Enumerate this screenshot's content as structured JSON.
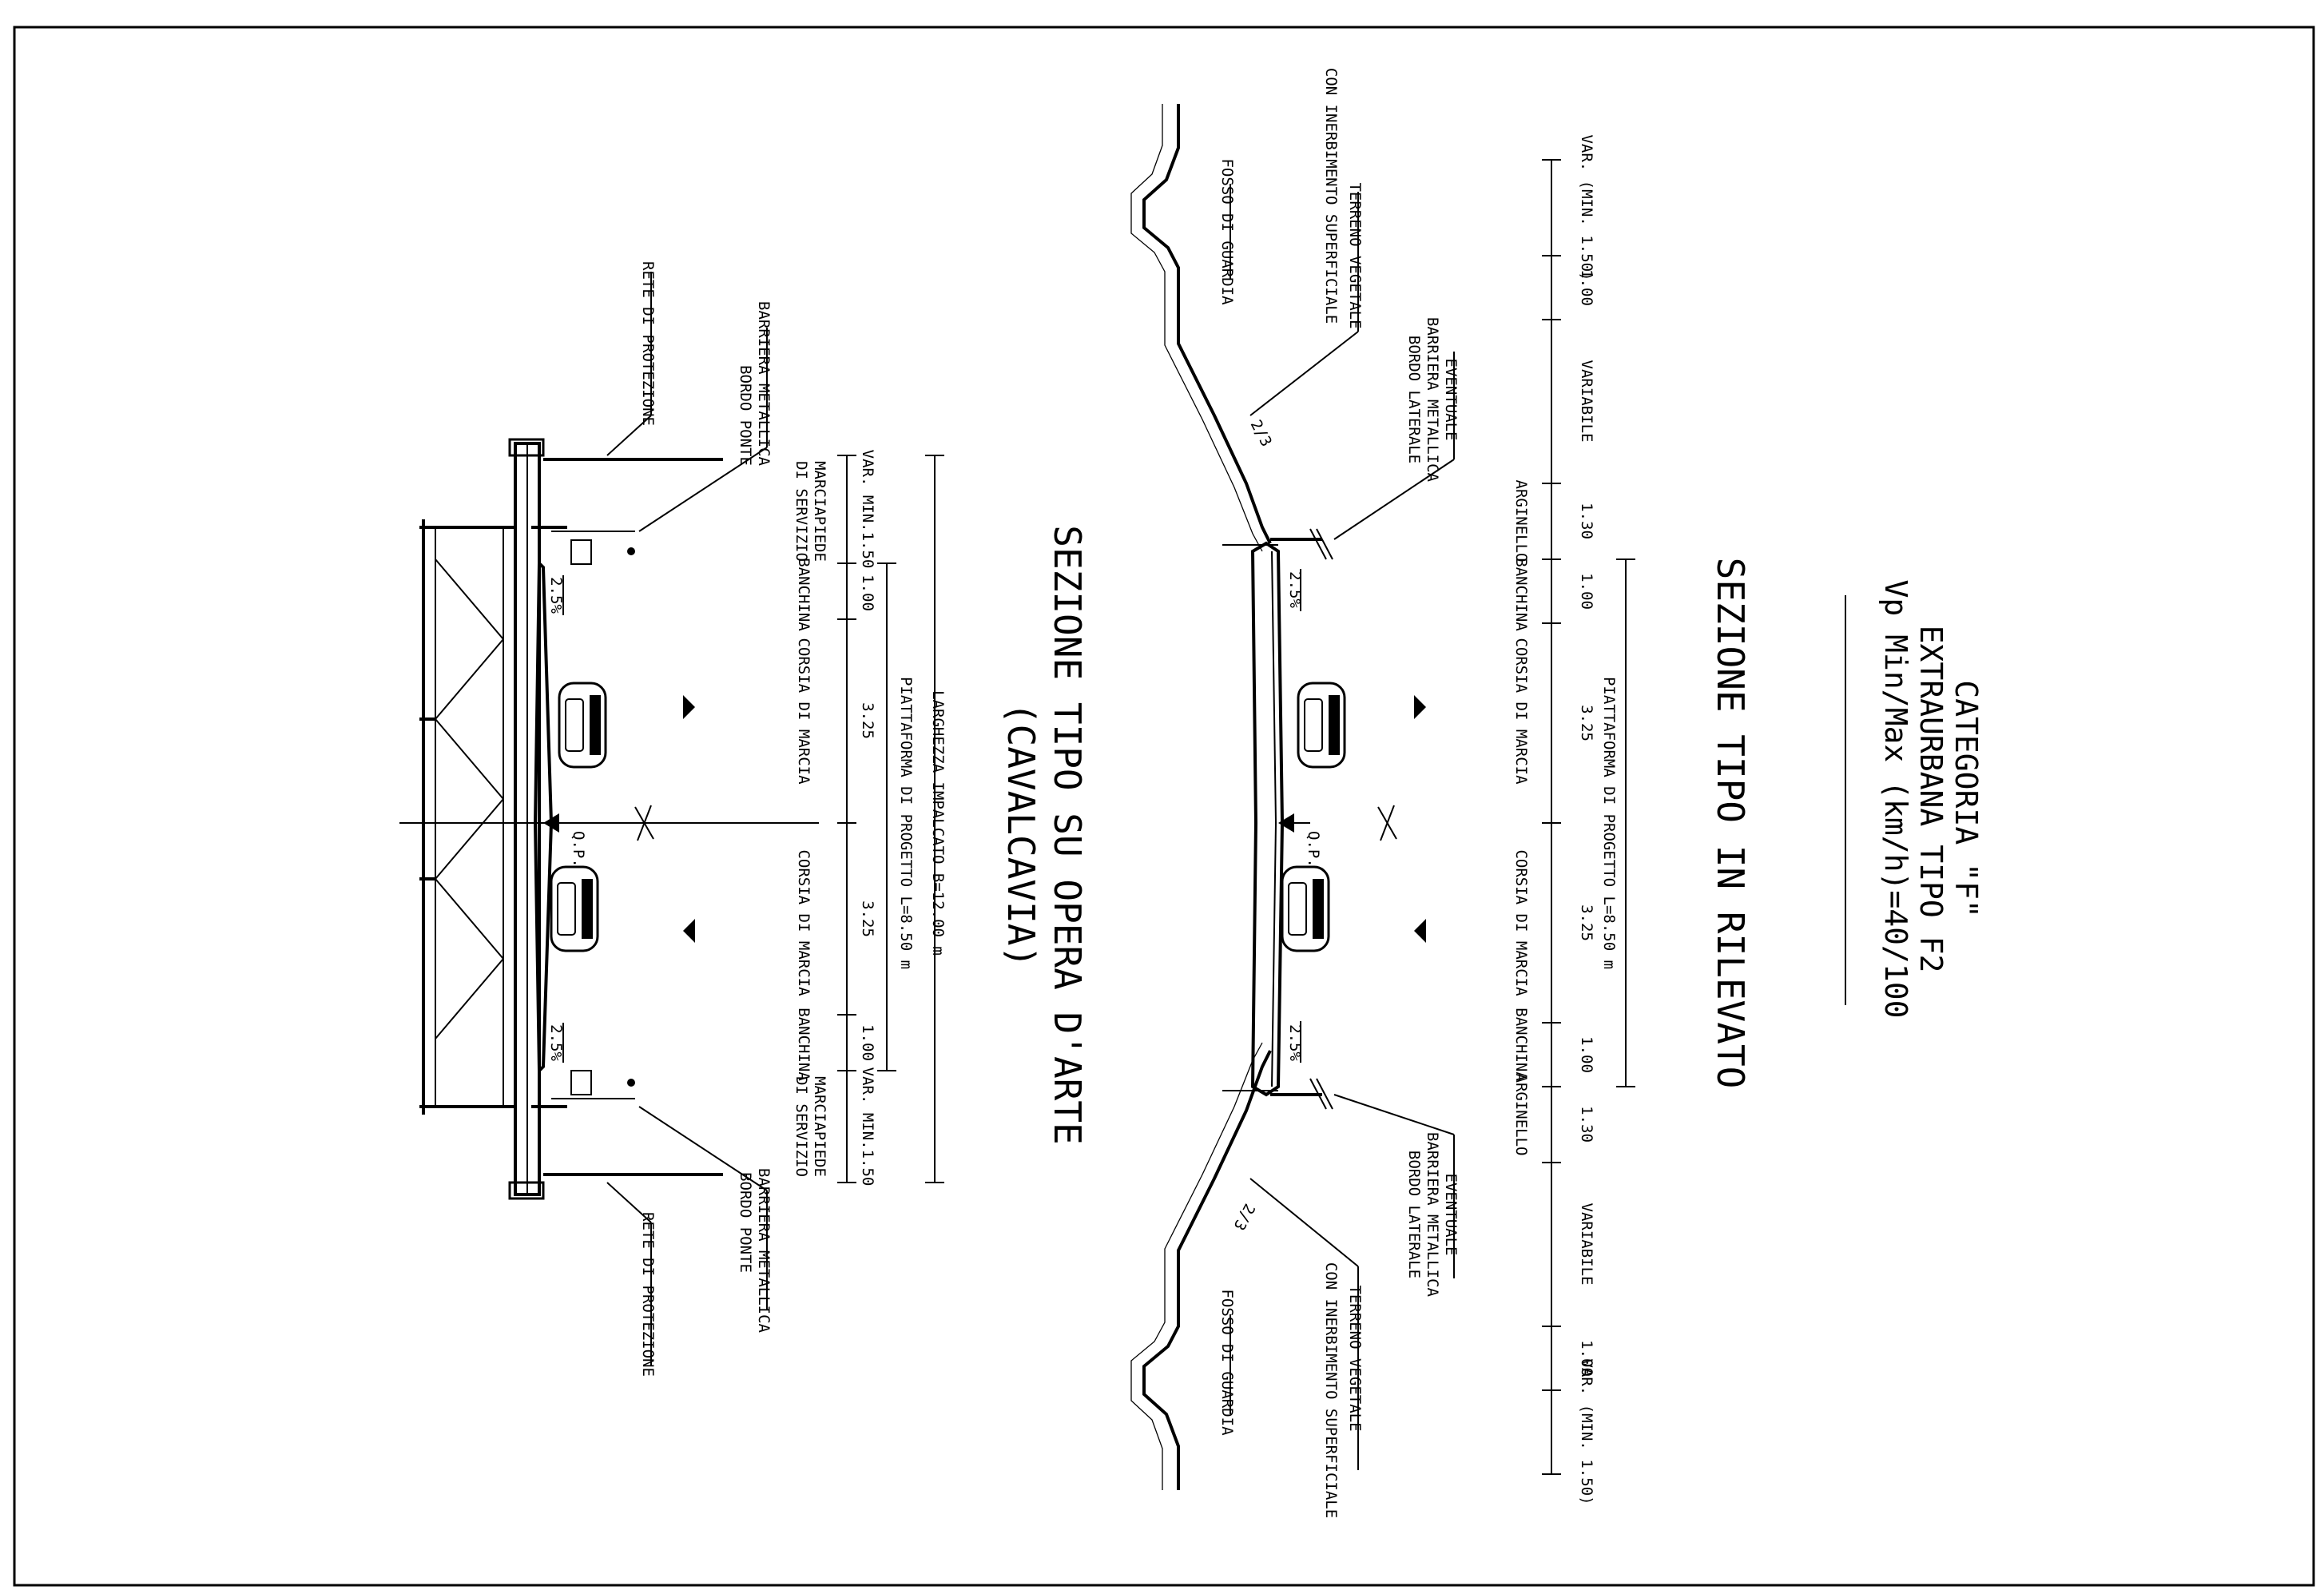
{
  "category": {
    "line1": "CATEGORIA \"F\"",
    "line2": "EXTRAURBANA TIPO F2",
    "line3": "Vp Min/Max (km/h)=40/100"
  },
  "rilevato": {
    "title": "SEZIONE TIPO IN RILEVATO",
    "dims": {
      "var_left": "VAR. (MIN. 1.50)",
      "d100_left": "1.00",
      "variabile_left": "VARIABILE",
      "arginello_left": "1.30",
      "banchina_left": "1.00",
      "corsia_left": "3.25",
      "corsia_right": "3.25",
      "banchina_right": "1.00",
      "arginello_right": "1.30",
      "variabile_right": "VARIABILE",
      "d100_right": "1.00",
      "var_right": "VAR. (MIN. 1.50)"
    },
    "piattaforma": "PIATTAFORMA DI PROGETTO L=8.50 m",
    "labels": {
      "arginello": "ARGINELLO",
      "banchina": "BANCHINA",
      "corsia": "CORSIA DI MARCIA"
    },
    "callouts": {
      "fosso": "FOSSO DI GUARDIA",
      "terreno_1": "TERRENO VEGETALE",
      "terreno_2": "CON INERBIMENTO SUPERFICIALE",
      "barriera_1": "EVENTUALE",
      "barriera_2": "BARRIERA METALLICA",
      "barriera_3": "BORDO LATERALE"
    },
    "slope_embankment": "2/3",
    "slope_pavement": "2.5%",
    "axis": "Q.P."
  },
  "cavalcavia": {
    "title_1": "SEZIONE TIPO SU OPERA D'ARTE",
    "title_2": "(CAVALCAVIA)",
    "dims": {
      "marciapiede_left": "VAR. MIN.1.50",
      "banchina_left": "1.00",
      "corsia_left": "3.25",
      "corsia_right": "3.25",
      "banchina_right": "1.00",
      "marciapiede_right": "VAR. MIN.1.50"
    },
    "piattaforma": "PIATTAFORMA DI PROGETTO L=8.50 m",
    "impalcato": "LARGHEZZA IMPALCATO B=12.00 m",
    "labels": {
      "marciapiede_1": "MARCIAPIEDE",
      "marciapiede_2": "DI SERVIZIO",
      "banchina": "BANCHINA",
      "corsia": "CORSIA DI MARCIA"
    },
    "callouts": {
      "rete": "RETE DI PROTEZIONE",
      "barriera_1": "BARRIERA METALLICA",
      "barriera_2": "BORDO PONTE"
    },
    "slope_pavement": "2.5%",
    "axis": "Q.P."
  }
}
